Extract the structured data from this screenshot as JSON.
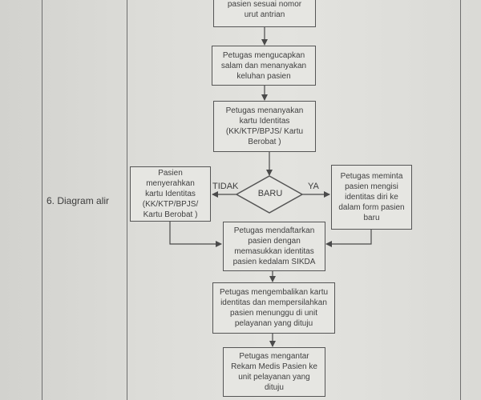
{
  "row_label": "6. Diagram alir",
  "boxes": {
    "call_patient": "pasien sesuai nomor\nurut antrian",
    "greet": "Petugas mengucapkan\nsalam dan menanyakan\nkeluhan pasien",
    "ask_id": "Petugas menanyakan\nkartu Identitas\n(KK/KTP/BPJS/ Kartu\nBerobat )",
    "patient_hands_id": "Pasien menyerahkan\nkartu Identitas\n(KK/KTP/BPJS/\nKartu Berobat )",
    "ask_form": "Petugas meminta\npasien mengisi\nidentitas diri ke\ndalam form pasien\nbaru",
    "register": "Petugas mendaftarkan\npasien dengan\nmemasukkan identitas\npasien kedalam SIKDA",
    "return_id": "Petugas mengembalikan kartu\nidentitas dan mempersilahkan\npasien menunggu di unit\npelayanan yang dituju",
    "deliver_record": "Petugas mengantar\nRekam Medis Pasien ke\nunit pelayanan yang\ndituju"
  },
  "decision": {
    "label": "BARU",
    "no_label": "TIDAK",
    "yes_label": "YA"
  }
}
